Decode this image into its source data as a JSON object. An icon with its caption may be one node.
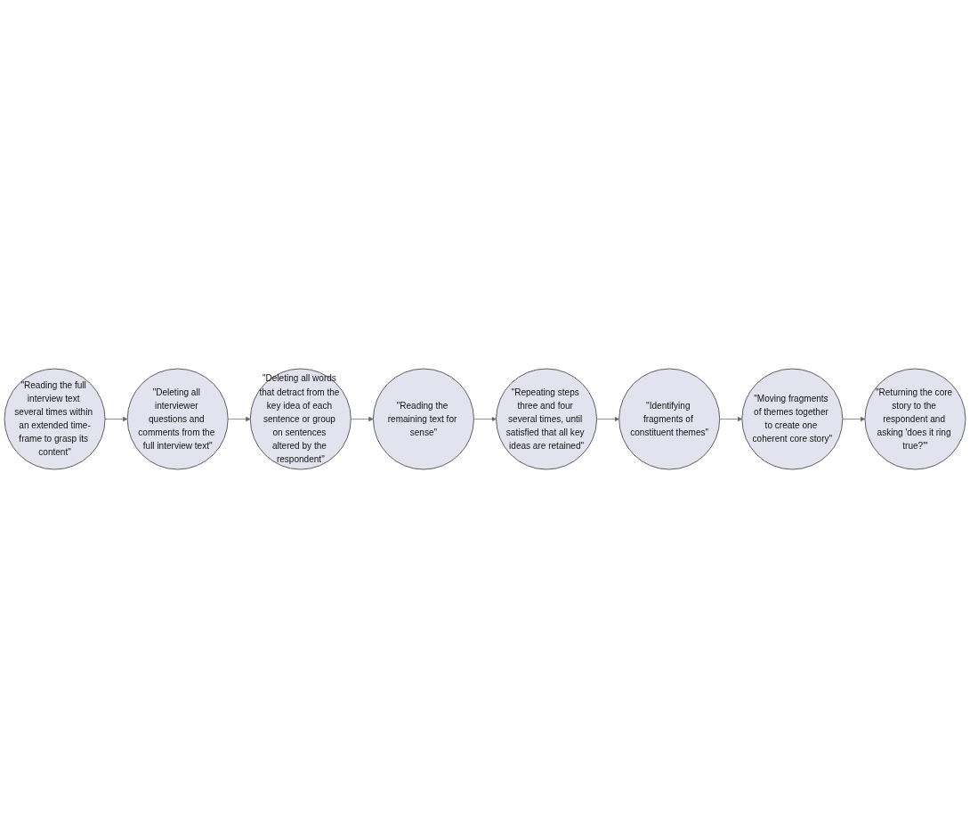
{
  "diagram": {
    "nodes": [
      {
        "text": [
          "\"Reading the full interview text several times within an extended time-frame to grasp its content\""
        ]
      },
      {
        "text": [
          "\"Deleting all interviewer questions and comments from the full interview text\""
        ]
      },
      {
        "text": [
          "\"Deleting all words that detract from the key idea of each sentence or group on sentences altered by the respondent\""
        ]
      },
      {
        "text": [
          "\"Identifying fragments of constituent themes\""
        ]
      },
      {
        "text": [
          "\"Repeating steps three and four several times, until satisfied that all key ideas are retained\""
        ]
      },
      {
        "text": [
          "\"Reading the remaining text for sense\""
        ]
      },
      {
        "text": [
          "\"Moving fragments of themes together to create one coherent core story\""
        ]
      },
      {
        "text": [
          "\"Returning the core story to the respondent and asking 'does it ring true?'\""
        ]
      }
    ],
    "edges": [
      {
        "from": 0,
        "to": 1,
        "arrow": "to"
      },
      {
        "from": 1,
        "to": 2,
        "arrow": "to"
      },
      {
        "from": 2,
        "to": 5,
        "arrow": "to"
      },
      {
        "from": 5,
        "to": 4,
        "arrow": "to"
      },
      {
        "from": 4,
        "to": 3,
        "arrow": "to"
      },
      {
        "from": 3,
        "to": 6,
        "arrow": "to"
      },
      {
        "from": 6,
        "to": 7,
        "arrow": "to"
      }
    ]
  }
}
